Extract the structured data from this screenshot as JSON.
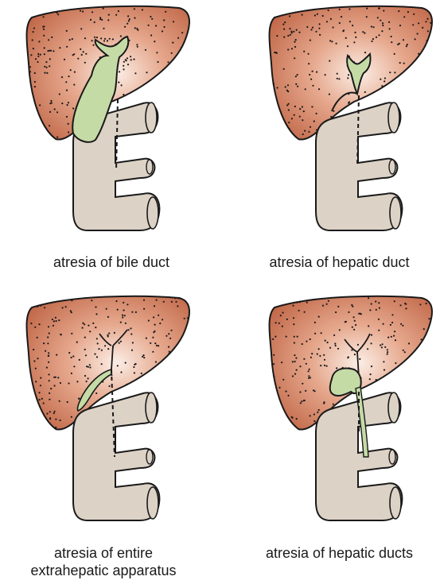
{
  "panels": [
    {
      "caption": "atresia of bile duct",
      "variant": "bile-duct"
    },
    {
      "caption": "atresia of hepatic duct",
      "variant": "hepatic-duct"
    },
    {
      "caption_lines": [
        "atresia of entire",
        "extrahepatic apparatus"
      ],
      "variant": "entire-extrahepatic"
    },
    {
      "caption": "atresia of hepatic ducts",
      "variant": "hepatic-ducts"
    }
  ],
  "colors": {
    "liver": "#c8775a",
    "liver_light": "#f6ddd0",
    "duct": "#c5dba6",
    "duodenum": "#dcd2c6",
    "outline": "#1a1a1a"
  }
}
